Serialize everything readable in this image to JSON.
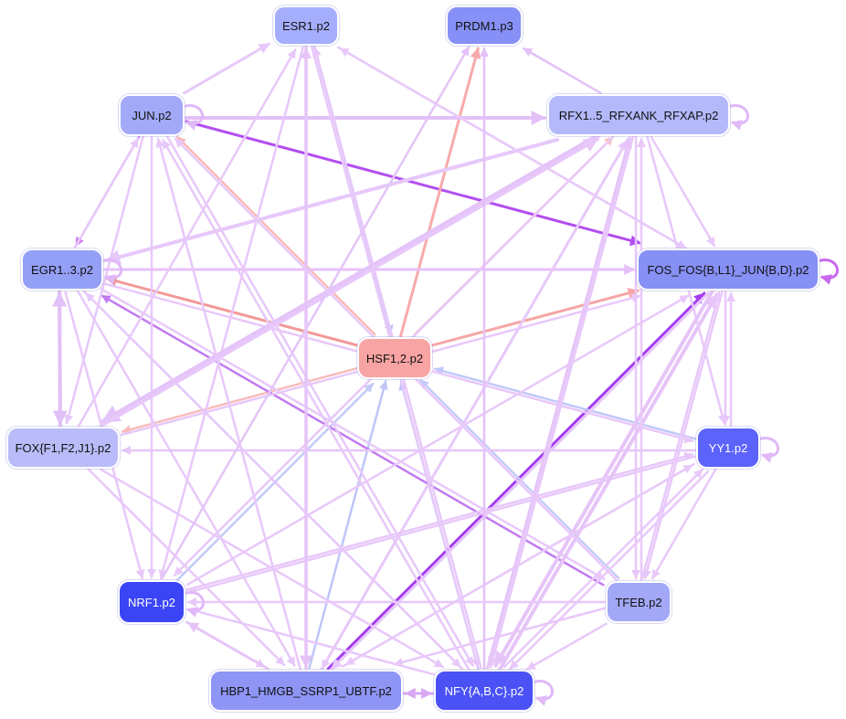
{
  "nodes": [
    {
      "id": "ESR1",
      "label": "ESR1.p2",
      "color": "#a5aefc"
    },
    {
      "id": "PRDM1",
      "label": "PRDM1.p3",
      "color": "#8690f6"
    },
    {
      "id": "JUN",
      "label": "JUN.p2",
      "color": "#a2aaf8"
    },
    {
      "id": "RFX",
      "label": "RFX1..5_RFXANK_RFXAP.p2",
      "color": "#b3b9fa"
    },
    {
      "id": "EGR",
      "label": "EGR1..3.p2",
      "color": "#949ff6"
    },
    {
      "id": "FOS",
      "label": "FOS_FOS{B,L1}_JUN{B,D}.p2",
      "color": "#8790f5"
    },
    {
      "id": "HSF",
      "label": "HSF1,2.p2",
      "color": "#f9a4a4"
    },
    {
      "id": "FOX",
      "label": "FOX{F1,F2,J1}.p2",
      "color": "#b9bcf8"
    },
    {
      "id": "YY1",
      "label": "YY1.p2",
      "color": "#5c63fb"
    },
    {
      "id": "NRF1",
      "label": "NRF1.p2",
      "color": "#3b45f6"
    },
    {
      "id": "TFEB",
      "label": "TFEB.p2",
      "color": "#a2a8f6"
    },
    {
      "id": "HBP1",
      "label": "HBP1_HMGB_SSRP1_UBTF.p2",
      "color": "#8e95f5"
    },
    {
      "id": "NFY",
      "label": "NFY{A,B,C}.p2",
      "color": "#4a52f5"
    }
  ],
  "edges": [
    {
      "from": "JUN",
      "to": "FOS",
      "color": "#b24ef0",
      "width": 3
    },
    {
      "from": "HBP1",
      "to": "FOS",
      "color": "#a43cf0",
      "width": 3
    },
    {
      "from": "HSF",
      "to": "EGR",
      "color": "#f39898",
      "width": 3
    },
    {
      "from": "HSF",
      "to": "FOS",
      "color": "#f7a6a6",
      "width": 3
    },
    {
      "from": "HSF",
      "to": "PRDM1",
      "color": "#f8aaaa",
      "width": 3
    },
    {
      "from": "HSF",
      "to": "JUN",
      "color": "#f9b8b8",
      "width": 2.5
    },
    {
      "from": "HSF",
      "to": "RFX",
      "color": "#f9c0c0",
      "width": 2.5
    },
    {
      "from": "HSF",
      "to": "FOX",
      "color": "#f9bcbc",
      "width": 2.5
    },
    {
      "from": "HSF",
      "to": "ESR1",
      "color": "#f4c2d8",
      "width": 2.5
    },
    {
      "from": "ESR1",
      "to": "HSF",
      "color": "#b8c4f6",
      "width": 2.5
    },
    {
      "from": "YY1",
      "to": "HSF",
      "color": "#c0c8f8",
      "width": 2.5
    },
    {
      "from": "NRF1",
      "to": "HSF",
      "color": "#c2caf8",
      "width": 2.5
    },
    {
      "from": "HBP1",
      "to": "HSF",
      "color": "#bec6f8",
      "width": 2.5
    },
    {
      "from": "NFY",
      "to": "HSF",
      "color": "#bac2f6",
      "width": 2.5
    },
    {
      "from": "TFEB",
      "to": "HSF",
      "color": "#c4cbf8",
      "width": 2.5
    },
    {
      "from": "TFEB",
      "to": "EGR",
      "color": "#c17af0",
      "width": 2.5
    },
    {
      "from": "JUN",
      "to": "EGR",
      "color": "#cf84f2",
      "width": 2.5
    },
    {
      "from": "JUN",
      "to": "RFX",
      "color": "#e3c0f8",
      "width": 4
    },
    {
      "from": "JUN",
      "to": "ESR1",
      "color": "#e8c8fa",
      "width": 3
    },
    {
      "from": "JUN",
      "to": "NRF1",
      "color": "#e8c8fa",
      "width": 2.5
    },
    {
      "from": "JUN",
      "to": "FOX",
      "color": "#e8c8fa",
      "width": 2.5
    },
    {
      "from": "JUN",
      "to": "NFY",
      "color": "#e8c8fa",
      "width": 2.5
    },
    {
      "from": "EGR",
      "to": "FOS",
      "color": "#e6c0f8",
      "width": 3
    },
    {
      "from": "EGR",
      "to": "FOX",
      "color": "#e2c0f8",
      "width": 4
    },
    {
      "from": "FOX",
      "to": "EGR",
      "color": "#e2c0f8",
      "width": 4
    },
    {
      "from": "EGR",
      "to": "JUN",
      "color": "#e8c8fa",
      "width": 2.5
    },
    {
      "from": "EGR",
      "to": "NRF1",
      "color": "#e8c8fa",
      "width": 2.5
    },
    {
      "from": "EGR",
      "to": "HBP1",
      "color": "#e8c8fa",
      "width": 2.5
    },
    {
      "from": "EGR",
      "to": "NFY",
      "color": "#e8c8fa",
      "width": 2.5
    },
    {
      "from": "EGR",
      "to": "YY1",
      "color": "#e8c8fa",
      "width": 2.5
    },
    {
      "from": "EGR",
      "to": "TFEB",
      "color": "#e8c8fa",
      "width": 2.5
    },
    {
      "from": "ESR1",
      "to": "HBP1",
      "color": "#e6c2f8",
      "width": 3.5
    },
    {
      "from": "ESR1",
      "to": "FOS",
      "color": "#e8c8fa",
      "width": 2.5
    },
    {
      "from": "ESR1",
      "to": "NRF1",
      "color": "#e8c8fa",
      "width": 2.5
    },
    {
      "from": "ESR1",
      "to": "NFY",
      "color": "#e8c8fa",
      "width": 2.5
    },
    {
      "from": "RFX",
      "to": "FOX",
      "color": "#e4c4f8",
      "width": 5
    },
    {
      "from": "RFX",
      "to": "EGR",
      "color": "#e6c8fa",
      "width": 4
    },
    {
      "from": "RFX",
      "to": "FOS",
      "color": "#e8c8fa",
      "width": 2.5
    },
    {
      "from": "RFX",
      "to": "NRF1",
      "color": "#e8c8fa",
      "width": 2.5
    },
    {
      "from": "RFX",
      "to": "HBP1",
      "color": "#e8c8fa",
      "width": 2.5
    },
    {
      "from": "RFX",
      "to": "NFY",
      "color": "#e8c8fa",
      "width": 3
    },
    {
      "from": "RFX",
      "to": "TFEB",
      "color": "#e8c8fa",
      "width": 2.5
    },
    {
      "from": "RFX",
      "to": "YY1",
      "color": "#e8c8fa",
      "width": 2.5
    },
    {
      "from": "RFX",
      "to": "PRDM1",
      "color": "#e4c0f8",
      "width": 2.5
    },
    {
      "from": "FOS",
      "to": "NFY",
      "color": "#e6c4f8",
      "width": 4
    },
    {
      "from": "FOS",
      "to": "HBP1",
      "color": "#e8c8fa",
      "width": 3
    },
    {
      "from": "FOS",
      "to": "TFEB",
      "color": "#e8c8fa",
      "width": 2.5
    },
    {
      "from": "FOS",
      "to": "YY1",
      "color": "#e8c8fa",
      "width": 2.5
    },
    {
      "from": "FOS",
      "to": "ESR1",
      "color": "#e8c8fa",
      "width": 2.5
    },
    {
      "from": "FOX",
      "to": "RFX",
      "color": "#e8c8fa",
      "width": 4
    },
    {
      "from": "FOX",
      "to": "FOS",
      "color": "#e8c8fa",
      "width": 2.5
    },
    {
      "from": "FOX",
      "to": "HBP1",
      "color": "#e8c8fa",
      "width": 2.5
    },
    {
      "from": "FOX",
      "to": "NFY",
      "color": "#e8c8fa",
      "width": 2.5
    },
    {
      "from": "FOX",
      "to": "ESR1",
      "color": "#e8c8fa",
      "width": 2.5
    },
    {
      "from": "YY1",
      "to": "FOX",
      "color": "#e6c6f8",
      "width": 2.5
    },
    {
      "from": "YY1",
      "to": "NRF1",
      "color": "#e8c8fa",
      "width": 2.5
    },
    {
      "from": "YY1",
      "to": "HBP1",
      "color": "#e8c8fa",
      "width": 2.5
    },
    {
      "from": "YY1",
      "to": "NFY",
      "color": "#e8c8fa",
      "width": 2.5
    },
    {
      "from": "YY1",
      "to": "TFEB",
      "color": "#e8c8fa",
      "width": 2.5
    },
    {
      "from": "YY1",
      "to": "FOS",
      "color": "#e8c8fa",
      "width": 2.5
    },
    {
      "from": "NRF1",
      "to": "PRDM1",
      "color": "#e4c4f8",
      "width": 2.5
    },
    {
      "from": "NRF1",
      "to": "HBP1",
      "color": "#e8c8fa",
      "width": 2.5
    },
    {
      "from": "NRF1",
      "to": "FOS",
      "color": "#e8c8fa",
      "width": 2.5
    },
    {
      "from": "NRF1",
      "to": "YY1",
      "color": "#e8c8fa",
      "width": 2.5
    },
    {
      "from": "HBP1",
      "to": "NRF1",
      "color": "#e6c4f8",
      "width": 3
    },
    {
      "from": "HBP1",
      "to": "NFY",
      "color": "#d8a8f4",
      "width": 3
    },
    {
      "from": "NFY",
      "to": "HBP1",
      "color": "#d8a8f4",
      "width": 3
    },
    {
      "from": "HBP1",
      "to": "ESR1",
      "color": "#e6c4f8",
      "width": 3
    },
    {
      "from": "HBP1",
      "to": "RFX",
      "color": "#e8c8fa",
      "width": 3
    },
    {
      "from": "HBP1",
      "to": "YY1",
      "color": "#e8c8fa",
      "width": 2.5
    },
    {
      "from": "HBP1",
      "to": "JUN",
      "color": "#e8c8fa",
      "width": 2.5
    },
    {
      "from": "NFY",
      "to": "FOS",
      "color": "#e6c4f8",
      "width": 4
    },
    {
      "from": "NFY",
      "to": "RFX",
      "color": "#e6c4f8",
      "width": 3
    },
    {
      "from": "NFY",
      "to": "EGR",
      "color": "#e8c8fa",
      "width": 2.5
    },
    {
      "from": "NFY",
      "to": "NRF1",
      "color": "#e8c8fa",
      "width": 2.5
    },
    {
      "from": "NFY",
      "to": "YY1",
      "color": "#e8c8fa",
      "width": 2.5
    },
    {
      "from": "NFY",
      "to": "PRDM1",
      "color": "#e4c0f8",
      "width": 2.5
    },
    {
      "from": "NFY",
      "to": "ESR1",
      "color": "#e8c8fa",
      "width": 2.5
    },
    {
      "from": "NFY",
      "to": "JUN",
      "color": "#e8c8fa",
      "width": 2.5
    },
    {
      "from": "TFEB",
      "to": "JUN",
      "color": "#e8c8fa",
      "width": 2.5
    },
    {
      "from": "TFEB",
      "to": "RFX",
      "color": "#e8c8fa",
      "width": 2.5
    },
    {
      "from": "TFEB",
      "to": "FOS",
      "color": "#e8c8fa",
      "width": 2.5
    },
    {
      "from": "TFEB",
      "to": "NRF1",
      "color": "#e8c8fa",
      "width": 2.5
    },
    {
      "from": "TFEB",
      "to": "HBP1",
      "color": "#e8c8fa",
      "width": 2.5
    },
    {
      "from": "TFEB",
      "to": "NFY",
      "color": "#e8c8fa",
      "width": 2.5
    }
  ],
  "self_loops": [
    {
      "node": "JUN",
      "color": "#e0b8f8"
    },
    {
      "node": "RFX",
      "color": "#e0b8f8"
    },
    {
      "node": "EGR",
      "color": "#e0b8f8"
    },
    {
      "node": "FOS",
      "color": "#c86af0"
    },
    {
      "node": "YY1",
      "color": "#e0b8f8"
    },
    {
      "node": "NRF1",
      "color": "#e0b8f8"
    },
    {
      "node": "NFY",
      "color": "#e0b8f8"
    }
  ]
}
